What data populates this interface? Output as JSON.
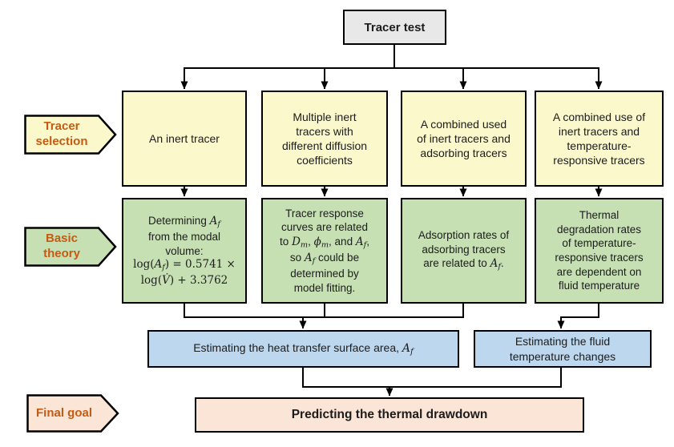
{
  "title_box": {
    "label": "Tracer test"
  },
  "side_labels": {
    "tracer_selection": "Tracer\nselection",
    "basic_theory": "Basic\ntheory",
    "final_goal": "Final goal"
  },
  "yellow_boxes": {
    "box1": "An inert tracer",
    "box2": "Multiple inert\ntracers with\ndifferent diffusion\ncoefficients",
    "box3": "A combined used\nof inert tracers and\nadsorbing tracers",
    "box4": "A combined use of\ninert tracers and\ntemperature-\nresponsive tracers"
  },
  "green_boxes": {
    "box1": {
      "intro": "Determining ",
      "var_A": "A",
      "sub_f": "f",
      "line2": "from the modal",
      "line3": "volume:",
      "eq1_pre": "log(",
      "eq1_var": "A",
      "eq1_sub": "f",
      "eq1_post": ") = 0.5741 ×",
      "eq2_pre": "log(",
      "eq2_var": "V̇",
      "eq2_post": ") + 3.3762"
    },
    "box2": {
      "line1": "Tracer response",
      "line2": "curves are related",
      "l3a": "to ",
      "l3_v1": "D",
      "l3_s1": "m",
      "l3b": ", ",
      "l3_v2": "ϕ",
      "l3_s2": "m",
      "l3c": ", and ",
      "l3_v3": "A",
      "l3_s3": "f",
      "l3d": ",",
      "l4a": "so ",
      "l4_v": "A",
      "l4_s": "f",
      "l4b": " could be",
      "line5": "determined by",
      "line6": "model fitting."
    },
    "box3": {
      "line1": "Adsorption rates of",
      "line2": "adsorbing tracers",
      "l3a": "are related to ",
      "l3_v": "A",
      "l3_s": "f",
      "l3b": "."
    },
    "box4": "Thermal\ndegradation rates\nof temperature-\nresponsive tracers\nare dependent on\nfluid temperature"
  },
  "blue_boxes": {
    "box1": {
      "pre": "Estimating the heat transfer surface area, ",
      "var": "A",
      "sub": "f"
    },
    "box2": "Estimating the fluid\ntemperature changes"
  },
  "final_box": {
    "label": "Predicting the thermal drawdown"
  },
  "colors": {
    "yellow_fill": "#FBF9CC",
    "green_fill": "#C6E0B4",
    "blue_fill": "#BDD7EE",
    "peach_fill": "#FBE5D6",
    "gray_fill": "#E9E8E8",
    "label_text": "#C55A11",
    "line_color": "#000000"
  }
}
